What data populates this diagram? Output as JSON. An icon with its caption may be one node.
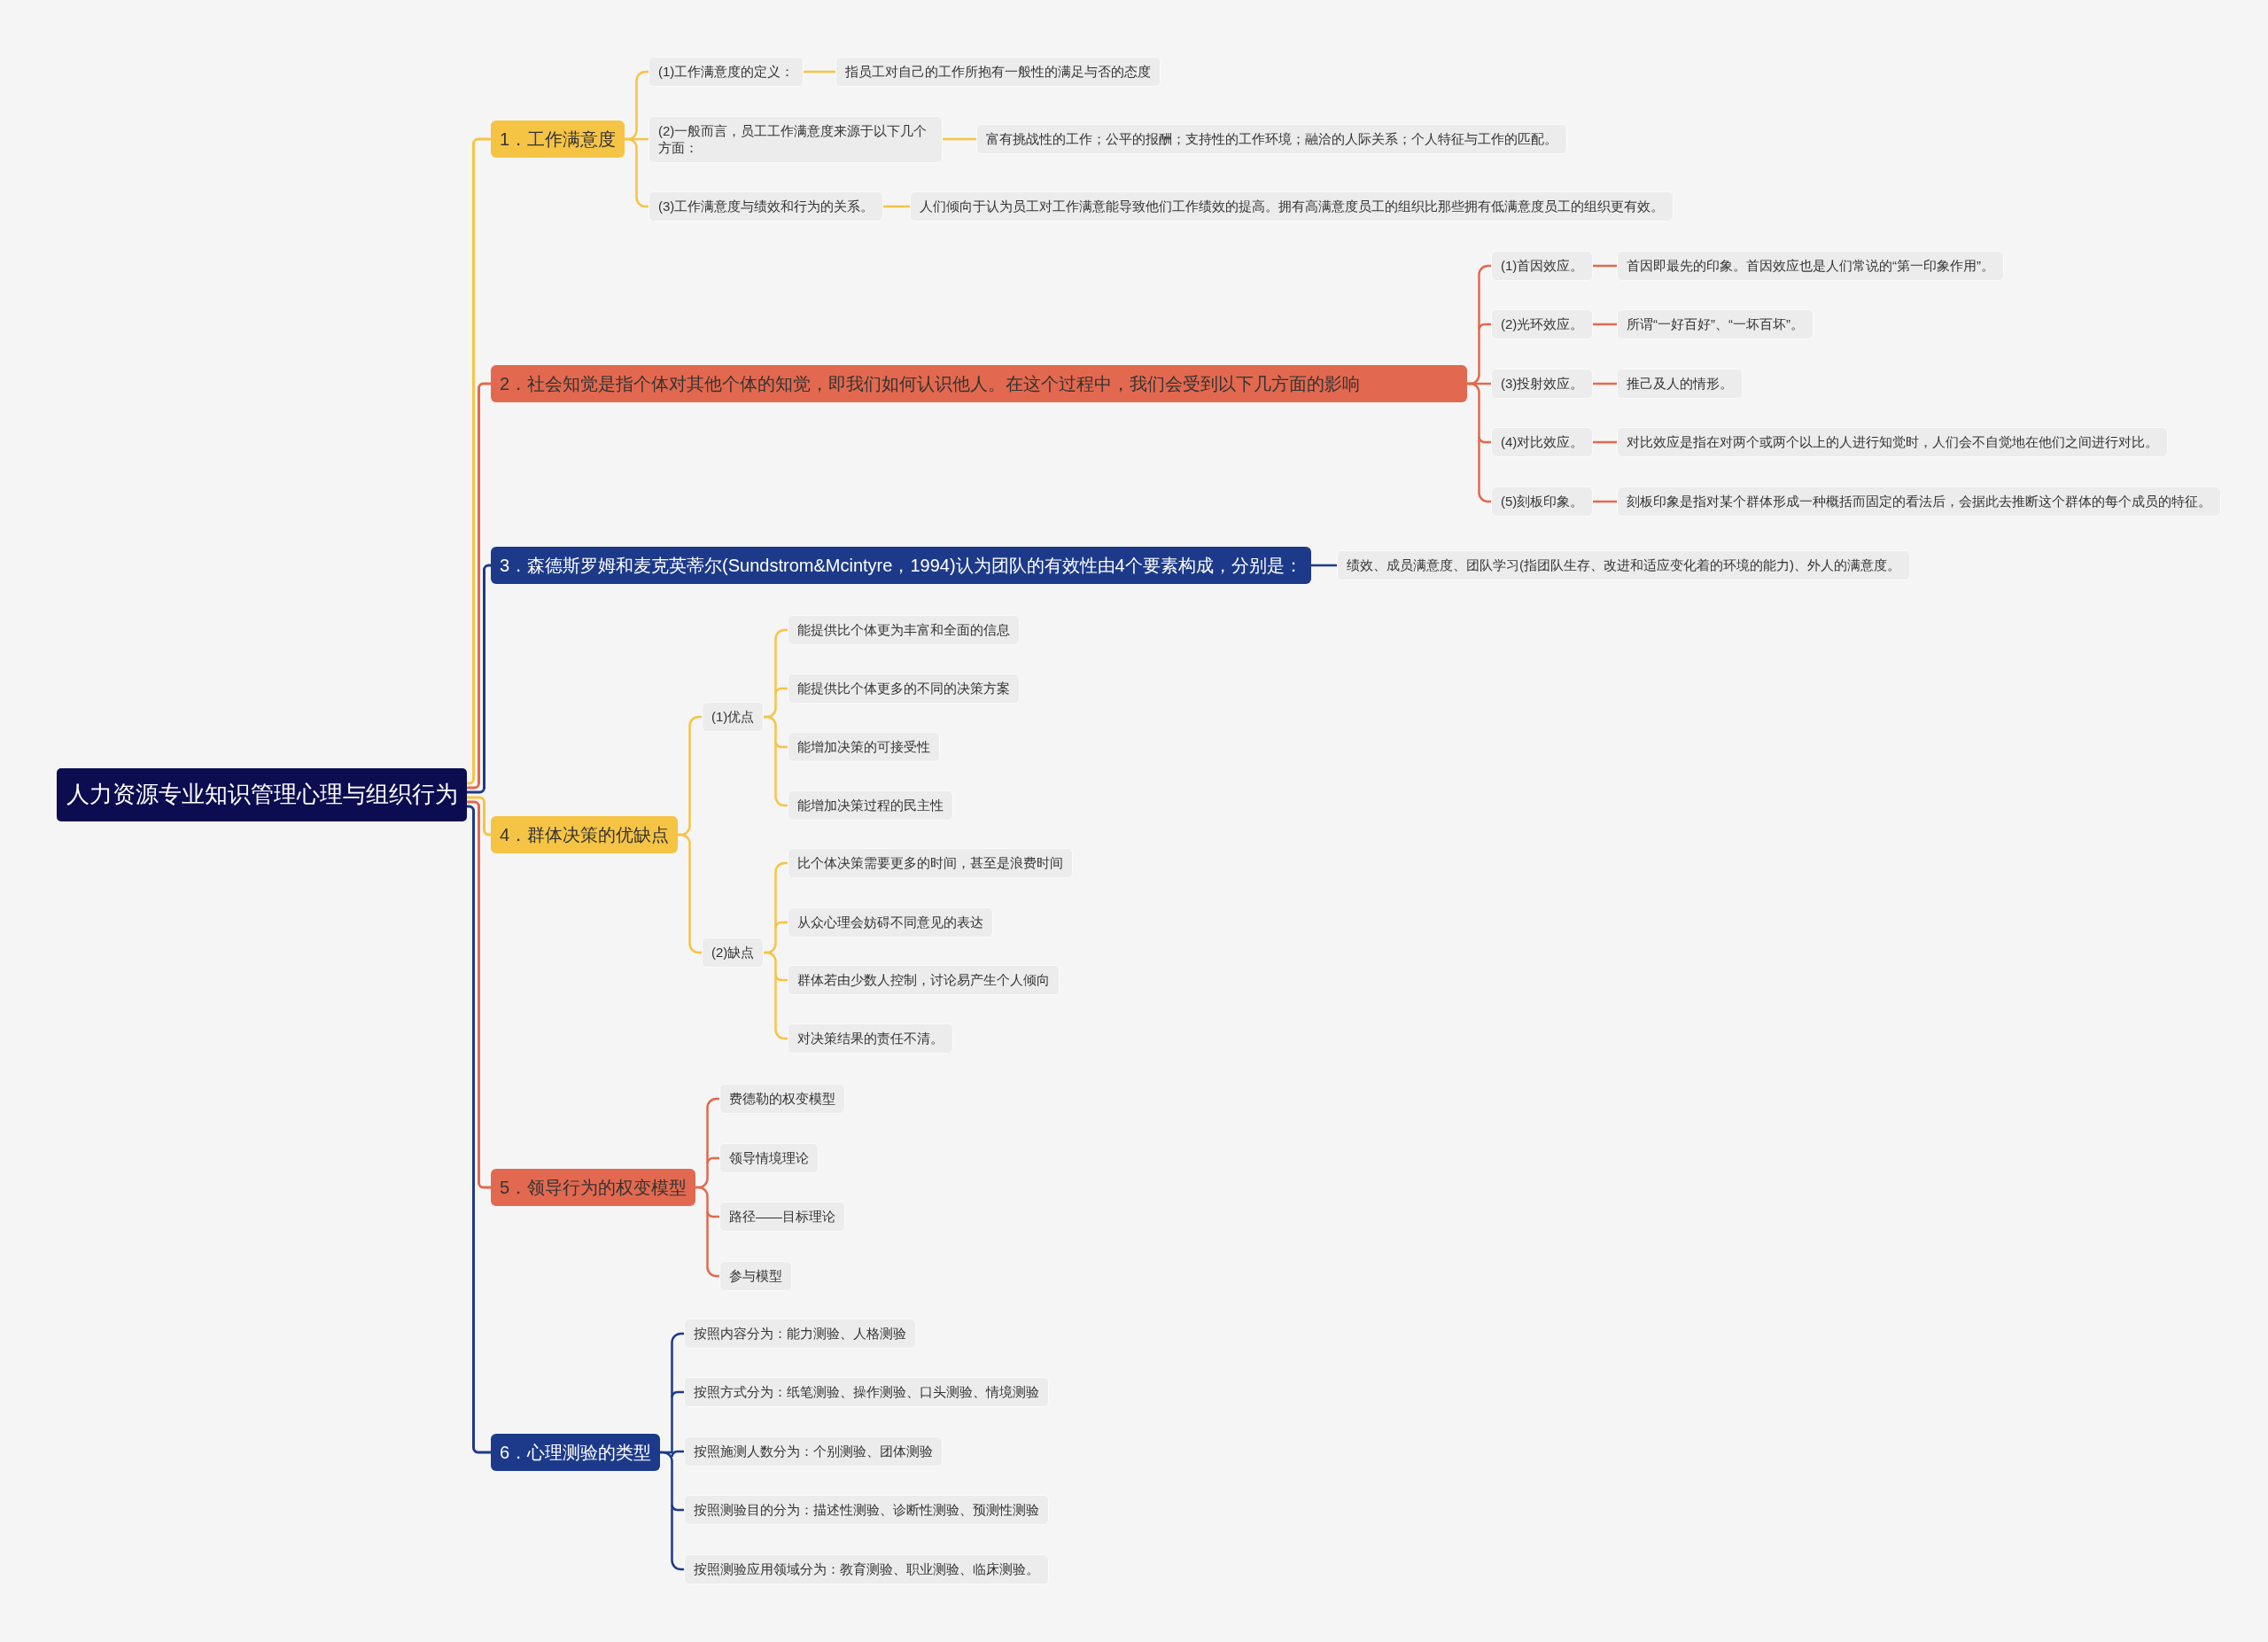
{
  "diagram": {
    "nodes": [
      {
        "text": [
          "人力资源专业知识管理心理与组织行为"
        ]
      },
      {
        "text": [
          "1．工作满意度"
        ]
      },
      {
        "text": [
          "(1)工作满意度的定义："
        ]
      },
      {
        "text": [
          "指员工对自己的工作所抱有一般性的满足与否的态度"
        ]
      },
      {
        "text": [
          "(2)一般而言，员工工作满意度来源于以下几个方面："
        ]
      },
      {
        "text": [
          "富有挑战性的工作；公平的报酬；支持性的工作环境；融洽的人际关系；个人特征与工作的匹配。"
        ]
      },
      {
        "text": [
          "(3)工作满意度与绩效和行为的关系。"
        ]
      },
      {
        "text": [
          "人们倾向于认为员工对工作满意能导致他们工作绩效的提高。拥有高满意度员工的组织比那些拥有低满意度员工的组织更有效。"
        ]
      },
      {
        "text": [
          "2．社会知觉是指个体对其他个体的知觉，即我们如何认识他人。在这个过程中，我们会受到以下几方面的影响"
        ]
      },
      {
        "text": [
          "(1)首因效应。"
        ]
      },
      {
        "text": [
          "首因即最先的印象。首因效应也是人们常说的“第一印象作用”。"
        ]
      },
      {
        "text": [
          "(2)光环效应。"
        ]
      },
      {
        "text": [
          "所谓“一好百好”、“一坏百坏”。"
        ]
      },
      {
        "text": [
          "(3)投射效应。"
        ]
      },
      {
        "text": [
          "推己及人的情形。"
        ]
      },
      {
        "text": [
          "(4)对比效应。"
        ]
      },
      {
        "text": [
          "对比效应是指在对两个或两个以上的人进行知觉时，人们会不自觉地在他们之间进行对比。"
        ]
      },
      {
        "text": [
          "(5)刻板印象。"
        ]
      },
      {
        "text": [
          "刻板印象是指对某个群体形成一种概括而固定的看法后，会据此去推断这个群体的每个成员的特征。"
        ]
      },
      {
        "text": [
          "3．森德斯罗姆和麦克英蒂尔(Sundstrom&Mcintyre，1994)认为团队的有效性由4个要素构成，分别是："
        ]
      },
      {
        "text": [
          "绩效、成员满意度、团队学习(指团队生存、改进和适应变化着的环境的能力)、外人的满意度。"
        ]
      },
      {
        "text": [
          "4．群体决策的优缺点"
        ]
      },
      {
        "text": [
          "(1)优点"
        ]
      },
      {
        "text": [
          "能提供比个体更为丰富和全面的信息"
        ]
      },
      {
        "text": [
          "能提供比个体更多的不同的决策方案"
        ]
      },
      {
        "text": [
          "能增加决策的可接受性"
        ]
      },
      {
        "text": [
          "能增加决策过程的民主性"
        ]
      },
      {
        "text": [
          "(2)缺点"
        ]
      },
      {
        "text": [
          "比个体决策需要更多的时间，甚至是浪费时间"
        ]
      },
      {
        "text": [
          "从众心理会妨碍不同意见的表达"
        ]
      },
      {
        "text": [
          "群体若由少数人控制，讨论易产生个人倾向"
        ]
      },
      {
        "text": [
          "对决策结果的责任不清。"
        ]
      },
      {
        "text": [
          "5．领导行为的权变模型"
        ]
      },
      {
        "text": [
          "费德勒的权变模型"
        ]
      },
      {
        "text": [
          "领导情境理论"
        ]
      },
      {
        "text": [
          "路径——目标理论"
        ]
      },
      {
        "text": [
          "参与模型"
        ]
      },
      {
        "text": [
          "6．心理测验的类型"
        ]
      },
      {
        "text": [
          "按照内容分为：能力测验、人格测验"
        ]
      },
      {
        "text": [
          "按照方式分为：纸笔测验、操作测验、口头测验、情境测验"
        ]
      },
      {
        "text": [
          "按照施测人数分为：个别测验、团体测验"
        ]
      },
      {
        "text": [
          "按照测验目的分为：描述性测验、诊断性测验、预测性测验"
        ]
      },
      {
        "text": [
          "按照测验应用领域分为：教育测验、职业测验、临床测验。"
        ]
      }
    ],
    "edges": [
      {
        "from": 0,
        "to": 1,
        "arrow": "none"
      },
      {
        "from": 1,
        "to": 2,
        "arrow": "none"
      },
      {
        "from": 2,
        "to": 3,
        "arrow": "none"
      },
      {
        "from": 1,
        "to": 4,
        "arrow": "none"
      },
      {
        "from": 4,
        "to": 5,
        "arrow": "none"
      },
      {
        "from": 1,
        "to": 6,
        "arrow": "none"
      },
      {
        "from": 6,
        "to": 7,
        "arrow": "none"
      },
      {
        "from": 0,
        "to": 8,
        "arrow": "none",
        "color": "#e2694f"
      },
      {
        "from": 8,
        "to": 9,
        "arrow": "none",
        "color": "#e2694f"
      },
      {
        "from": 9,
        "to": 10,
        "arrow": "none",
        "color": "#e2694f"
      },
      {
        "from": 8,
        "to": 11,
        "arrow": "none",
        "color": "#e2694f"
      },
      {
        "from": 11,
        "to": 12,
        "arrow": "none",
        "color": "#e2694f"
      },
      {
        "from": 8,
        "to": 13,
        "arrow": "none",
        "color": "#e2694f"
      },
      {
        "from": 13,
        "to": 14,
        "arrow": "none",
        "color": "#e2694f"
      },
      {
        "from": 8,
        "to": 15,
        "arrow": "none",
        "color": "#e2694f"
      },
      {
        "from": 15,
        "to": 16,
        "arrow": "none",
        "color": "#e2694f"
      },
      {
        "from": 8,
        "to": 17,
        "arrow": "none",
        "color": "#e2694f"
      },
      {
        "from": 17,
        "to": 18,
        "arrow": "none",
        "color": "#e2694f"
      },
      {
        "from": 0,
        "to": 19,
        "arrow": "none",
        "color": "#1d3a8a"
      },
      {
        "from": 19,
        "to": 20,
        "arrow": "none",
        "color": "#1d3a8a"
      },
      {
        "from": 0,
        "to": 21,
        "arrow": "none"
      },
      {
        "from": 21,
        "to": 22,
        "arrow": "none"
      },
      {
        "from": 22,
        "to": 23,
        "arrow": "none"
      },
      {
        "from": 22,
        "to": 24,
        "arrow": "none"
      },
      {
        "from": 22,
        "to": 25,
        "arrow": "none"
      },
      {
        "from": 22,
        "to": 26,
        "arrow": "none"
      },
      {
        "from": 21,
        "to": 27,
        "arrow": "none"
      },
      {
        "from": 27,
        "to": 28,
        "arrow": "none"
      },
      {
        "from": 27,
        "to": 29,
        "arrow": "none"
      },
      {
        "from": 27,
        "to": 30,
        "arrow": "none"
      },
      {
        "from": 27,
        "to": 31,
        "arrow": "none"
      },
      {
        "from": 0,
        "to": 32,
        "arrow": "none",
        "color": "#e2694f"
      },
      {
        "from": 32,
        "to": 33,
        "arrow": "none",
        "color": "#e2694f"
      },
      {
        "from": 32,
        "to": 34,
        "arrow": "none",
        "color": "#e2694f"
      },
      {
        "from": 32,
        "to": 35,
        "arrow": "none",
        "color": "#e2694f"
      },
      {
        "from": 32,
        "to": 36,
        "arrow": "none",
        "color": "#e2694f"
      },
      {
        "from": 0,
        "to": 37,
        "arrow": "none",
        "color": "#1d3a8a"
      },
      {
        "from": 37,
        "to": 38,
        "arrow": "none",
        "color": "#1d3a8a"
      },
      {
        "from": 37,
        "to": 39,
        "arrow": "none",
        "color": "#1d3a8a"
      },
      {
        "from": 37,
        "to": 40,
        "arrow": "none",
        "color": "#1d3a8a"
      },
      {
        "from": 37,
        "to": 41,
        "arrow": "none",
        "color": "#1d3a8a"
      },
      {
        "from": 37,
        "to": 42,
        "arrow": "none",
        "color": "#1d3a8a"
      }
    ]
  }
}
